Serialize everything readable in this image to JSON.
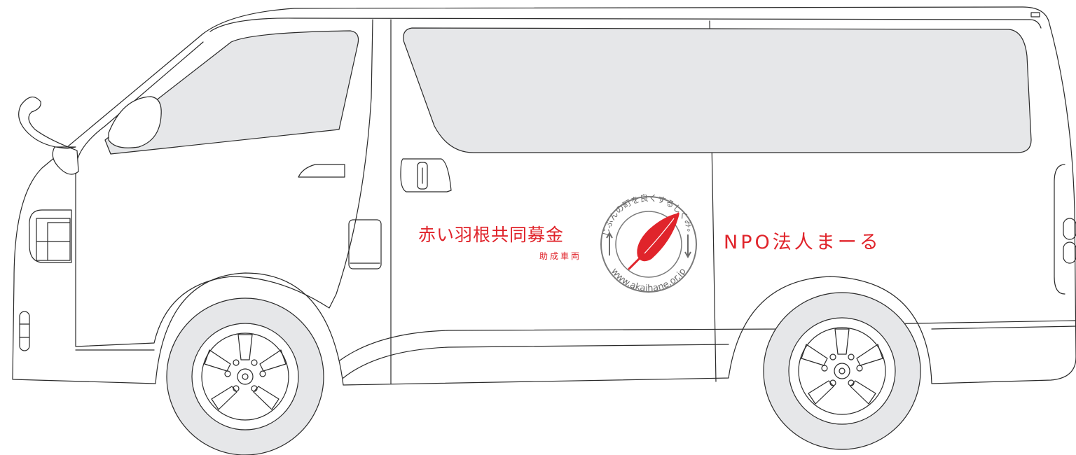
{
  "colors": {
    "brand_red": "#e0242b",
    "outline": "#2a2a2a",
    "glass": "#e6e7e9",
    "body": "#ffffff",
    "emblem_grey": "#7a7a7a"
  },
  "decal": {
    "fund_name": "赤い羽根共同募金",
    "subtitle": "助成車両",
    "organization": "NPO法人まーる"
  },
  "emblem": {
    "icon": "red-feather-icon",
    "ring_top_text": "じぶんの町を良くするしくみ。",
    "ring_bottom_text": "www.akaihane.or.jp"
  }
}
